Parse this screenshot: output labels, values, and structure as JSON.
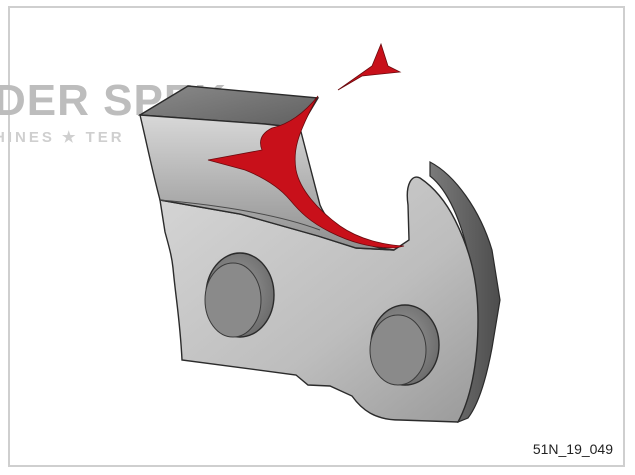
{
  "watermark": {
    "main": "DER SPEK",
    "sub": "HINES ★ TER"
  },
  "figure": {
    "id": "51N_19_049"
  },
  "colors": {
    "chip_red": "#c8101a",
    "metal_light": "#c9c9c9",
    "metal_mid": "#a8a8a8",
    "metal_dark": "#6e6e6e",
    "outline": "#2b2b2b"
  },
  "icons": {
    "chip": "red-chip-shape",
    "cutter": "chain-cutter-link"
  }
}
